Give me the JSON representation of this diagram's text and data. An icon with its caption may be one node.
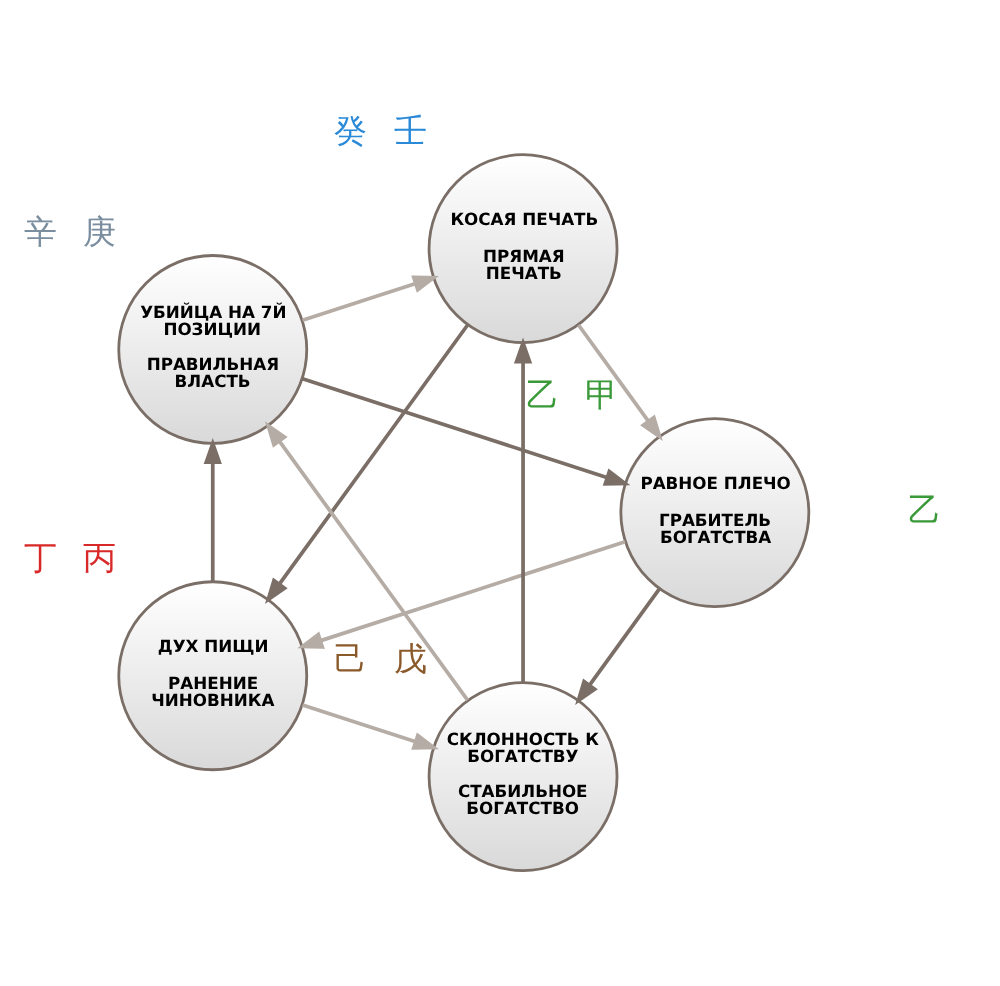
{
  "diagram": {
    "nodes": [
      {
        "text": [
          "РАВНОЕ ПЛЕЧО",
          "ГРАБИТЕЛЬ БОГАТСТВА"
        ],
        "beside": [
          "乙",
          "甲"
        ]
      },
      {
        "text": [
          "КОСАЯ ПЕЧАТЬ",
          "ПРЯМАЯ ПЕЧАТЬ"
        ],
        "beside": [
          "癸",
          "壬"
        ]
      },
      {
        "text": [
          "ДУХ ПИЩИ",
          "РАНЕНИЕ ЧИНОВНИКА"
        ],
        "beside": [
          "丁",
          "丙"
        ]
      },
      {
        "text": [
          "УБИЙЦА НА 7Й ПОЗИЦИИ",
          "ПРАВИЛЬНАЯ ВЛАСТЬ"
        ],
        "beside": [
          "辛",
          "庚"
        ]
      },
      {
        "text": [
          "СКЛОННОСТЬ К БОГАТСТВУ",
          "СТАБИЛЬНОЕ БОГАТСТВО"
        ],
        "beside": [
          "己",
          "戊"
        ]
      }
    ],
    "edges": [
      {
        "from": 1,
        "to": 0,
        "arrow": "to",
        "color": "#b5aca5"
      },
      {
        "from": 0,
        "to": 2,
        "arrow": "to",
        "color": "#b5aca5"
      },
      {
        "from": 2,
        "to": 4,
        "arrow": "to",
        "color": "#b5aca5"
      },
      {
        "from": 4,
        "to": 3,
        "arrow": "to",
        "color": "#b5aca5"
      },
      {
        "from": 3,
        "to": 1,
        "arrow": "to",
        "color": "#b5aca5"
      },
      {
        "from": 1,
        "to": 2,
        "arrow": "to"
      },
      {
        "from": 3,
        "to": 0,
        "arrow": "to"
      },
      {
        "from": 0,
        "to": 4,
        "arrow": "to"
      },
      {
        "from": 2,
        "to": 3,
        "arrow": "to"
      },
      {
        "from": 4,
        "to": 1,
        "arrow": "to"
      }
    ],
    "labels": [
      "乙"
    ]
  }
}
